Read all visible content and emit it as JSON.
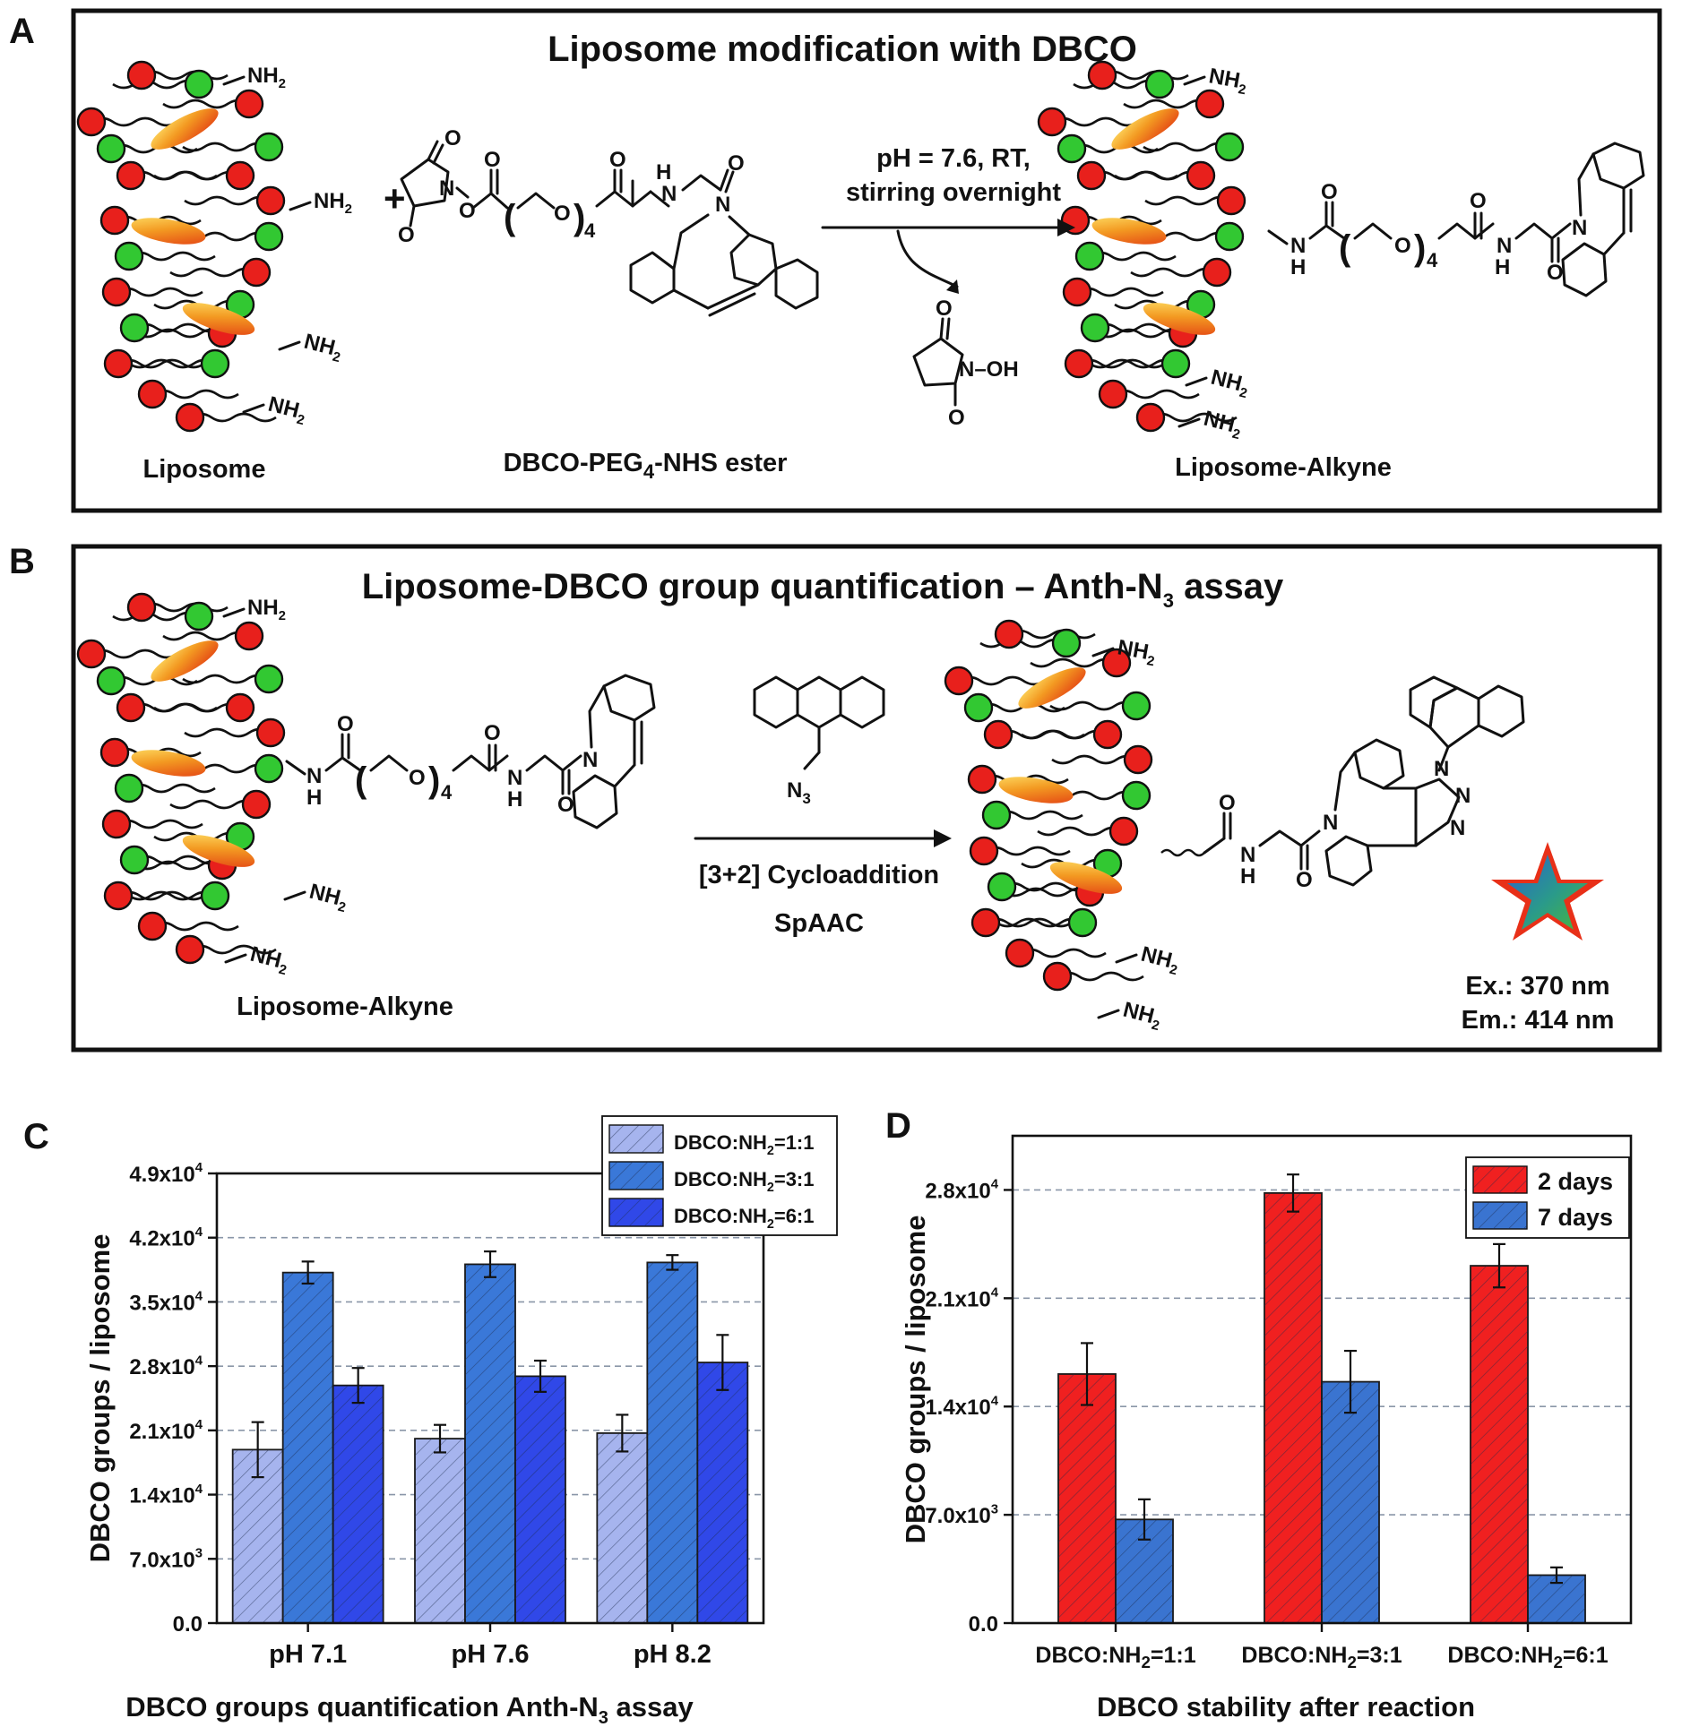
{
  "panelA": {
    "letter": "A",
    "title": "Liposome modification with DBCO",
    "reactant1_label": "Liposome",
    "reactant2_label": "DBCO-PEG",
    "reactant2_sub": "4",
    "reactant2_label_tail": "-NHS ester",
    "product_label": "Liposome-Alkyne",
    "condition_line1": "pH = 7.6, RT,",
    "condition_line2": "stirring overnight",
    "plus": "+",
    "byproduct_group": "N–OH",
    "amine": "NH",
    "amine_sub": "2"
  },
  "panelB": {
    "letter": "B",
    "title_part1": "Liposome-DBCO group quantification – Anth-N",
    "title_sub": "3",
    "title_part2": " assay",
    "reactant_label": "Liposome-Alkyne",
    "reagent_azide": "N",
    "reagent_azide_sub": "3",
    "condition_line1": "[3+2] Cycloaddition",
    "condition_line2": "SpAAC",
    "excitation": "Ex.: 370 nm",
    "emission": "Em.: 414 nm"
  },
  "colors": {
    "head_red": "#e8201c",
    "head_green": "#32c832",
    "lipid_orange": "#f09020",
    "bar_light": "#a6b4ee",
    "bar_mid": "#3a78d8",
    "bar_dark": "#3048e8",
    "bar_red": "#f02020",
    "bar_blue": "#3a74d0",
    "grid": "#8a96a8",
    "star_outer": "#e83018",
    "star_inner": "#2a8a9a"
  },
  "chart_data": [
    {
      "panel": "C",
      "type": "bar",
      "title": "",
      "xlabel": "DBCO groups quantification Anth-N",
      "xlabel_sub": "3",
      "xlabel_tail": " assay",
      "ylabel": "DBCO groups / liposome",
      "categories": [
        "pH 7.1",
        "pH 7.6",
        "pH 8.2"
      ],
      "ylim": [
        0,
        49000
      ],
      "yticks": [
        0,
        7000,
        14000,
        21000,
        28000,
        35000,
        42000,
        49000
      ],
      "ytick_labels": [
        {
          "m": "0.0",
          "e": ""
        },
        {
          "m": "7.0x10",
          "e": "3"
        },
        {
          "m": "1.4x10",
          "e": "4"
        },
        {
          "m": "2.1x10",
          "e": "4"
        },
        {
          "m": "2.8x10",
          "e": "4"
        },
        {
          "m": "3.5x10",
          "e": "4"
        },
        {
          "m": "4.2x10",
          "e": "4"
        },
        {
          "m": "4.9x10",
          "e": "4"
        }
      ],
      "grid": true,
      "legend_position": "top-right",
      "series": [
        {
          "name": "DBCO:NH",
          "name_sub": "2",
          "name_tail": "=1:1",
          "values": [
            18900,
            20100,
            20700
          ],
          "errors": [
            3000,
            1500,
            2000
          ],
          "color": "#a6b4ee"
        },
        {
          "name": "DBCO:NH",
          "name_sub": "2",
          "name_tail": "=3:1",
          "values": [
            38200,
            39100,
            39300
          ],
          "errors": [
            1200,
            1400,
            800
          ],
          "color": "#3a78d8"
        },
        {
          "name": "DBCO:NH",
          "name_sub": "2",
          "name_tail": "=6:1",
          "values": [
            25900,
            26900,
            28400
          ],
          "errors": [
            1900,
            1700,
            3000
          ],
          "color": "#3048e8"
        }
      ]
    },
    {
      "panel": "D",
      "type": "bar",
      "title": "",
      "xlabel": "DBCO stability after reaction",
      "ylabel": "DBCO groups / liposome",
      "categories": [
        {
          "a": "DBCO:NH",
          "b": "2",
          "c": "=1:1"
        },
        {
          "a": "DBCO:NH",
          "b": "2",
          "c": "=3:1"
        },
        {
          "a": "DBCO:NH",
          "b": "2",
          "c": "=6:1"
        }
      ],
      "ylim": [
        0,
        31500
      ],
      "yticks": [
        0,
        7000,
        14000,
        21000,
        28000
      ],
      "ytick_labels": [
        {
          "m": "0.0",
          "e": ""
        },
        {
          "m": "7.0x10",
          "e": "3"
        },
        {
          "m": "1.4x10",
          "e": "4"
        },
        {
          "m": "2.1x10",
          "e": "4"
        },
        {
          "m": "2.8x10",
          "e": "4"
        }
      ],
      "grid": true,
      "legend_position": "top-right",
      "series": [
        {
          "name": "2 days",
          "values": [
            16100,
            27800,
            23100
          ],
          "errors": [
            2000,
            1200,
            1400
          ],
          "color": "#f02020"
        },
        {
          "name": "7 days",
          "values": [
            6700,
            15600,
            3100
          ],
          "errors": [
            1300,
            2000,
            500
          ],
          "color": "#3a74d0"
        }
      ]
    }
  ]
}
